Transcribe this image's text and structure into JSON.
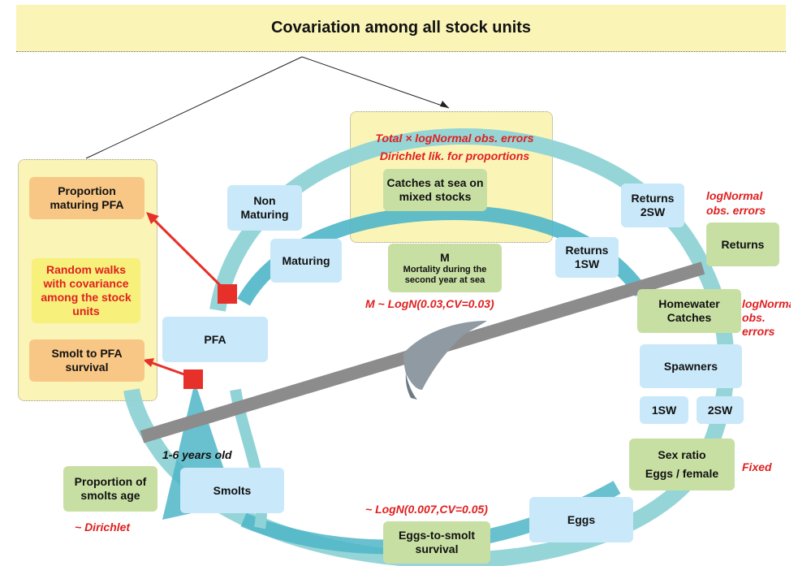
{
  "title": "Covariation among all stock units",
  "nodes": {
    "proportion_maturing": "Proportion maturing PFA",
    "random_walks": "Random walks with covariance among the stock units",
    "smolt_to_pfa": "Smolt to PFA survival",
    "non_maturing": "Non Maturing",
    "maturing": "Maturing",
    "pfa": "PFA",
    "smolts": "Smolts",
    "proportion_smolts_age": "Proportion of smolts age",
    "catches_at_sea": "Catches at sea on mixed stocks",
    "m_title": "M",
    "m_desc": "Mortality during the second year at sea",
    "returns_1sw": "Returns 1SW",
    "returns_2sw": "Returns 2SW",
    "returns": "Returns",
    "homewater_catches": "Homewater Catches",
    "spawners": "Spawners",
    "sw1": "1SW",
    "sw2": "2SW",
    "sex_ratio": "Sex ratio",
    "eggs_per_female": "Eggs / female",
    "eggs": "Eggs",
    "eggs_to_smolt": "Eggs-to-smolt survival"
  },
  "annotations": {
    "obs_errors_line1": "Total × logNormal obs. errors",
    "obs_errors_line2": "Dirichlet lik. for proportions",
    "lognormal_returns": "logNormal obs. errors",
    "lognormal_homewater": "logNormal obs. errors",
    "m_prior": "M ~ LogN(0.03,CV=0.03)",
    "years_old": "1-6 years old",
    "dirichlet": "~ Dirichlet",
    "fixed": "Fixed",
    "egg_survival_prior": "~ LogN(0.007,CV=0.05)"
  },
  "colors": {
    "banner": "#faf4b7",
    "box_blue": "#c9e8f9",
    "box_green": "#c8dfa3",
    "box_orange": "#f8c785",
    "cycle_arrow": "#5fbfcf",
    "annotation_red": "#e02020"
  }
}
